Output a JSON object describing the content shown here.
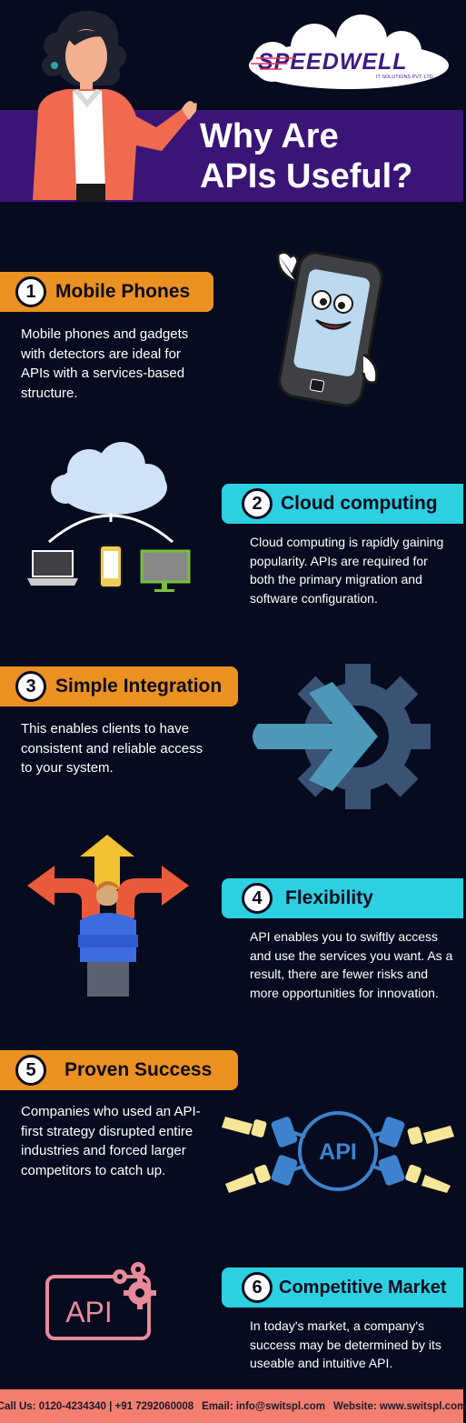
{
  "header": {
    "logo_text": "SPEEDWELL",
    "logo_tagline": "IT SOLUTIONS PVT. LTD.",
    "title_line1": "Why Are",
    "title_line2": "APIs Useful?"
  },
  "items": [
    {
      "num": "1",
      "title": "Mobile Phones",
      "text": "Mobile phones and gadgets with detectors are ideal for APIs with a services-based structure."
    },
    {
      "num": "2",
      "title": "Cloud computing",
      "text": "Cloud computing is rapidly gaining popularity. APIs are required for both the primary migration and software configuration."
    },
    {
      "num": "3",
      "title": "Simple Integration",
      "text": "This enables clients to have consistent and reliable access to your system."
    },
    {
      "num": "4",
      "title": "Flexibility",
      "text": "API enables you to swiftly access and use the services you want. As a result, there are fewer risks and more opportunities for innovation."
    },
    {
      "num": "5",
      "title": "Proven Success",
      "text": "Companies who used an API-first strategy disrupted entire industries and forced larger competitors to catch up."
    },
    {
      "num": "6",
      "title": "Competitive Market",
      "text": "In today's market, a company's success may be determined by its useable and intuitive API."
    }
  ],
  "illustrations": {
    "api_plugs_label": "API",
    "api_gear_label": "API"
  },
  "footer": {
    "call": "Call Us: 0120-4234340 | +91 7292060008",
    "email": "Email: info@switspl.com",
    "website": "Website: www.switspl.com"
  },
  "colors": {
    "background": "#070b1f",
    "banner": "#3a1576",
    "orange": "#eb9121",
    "cyan": "#2dd0e0",
    "footer": "#f47f6e"
  }
}
